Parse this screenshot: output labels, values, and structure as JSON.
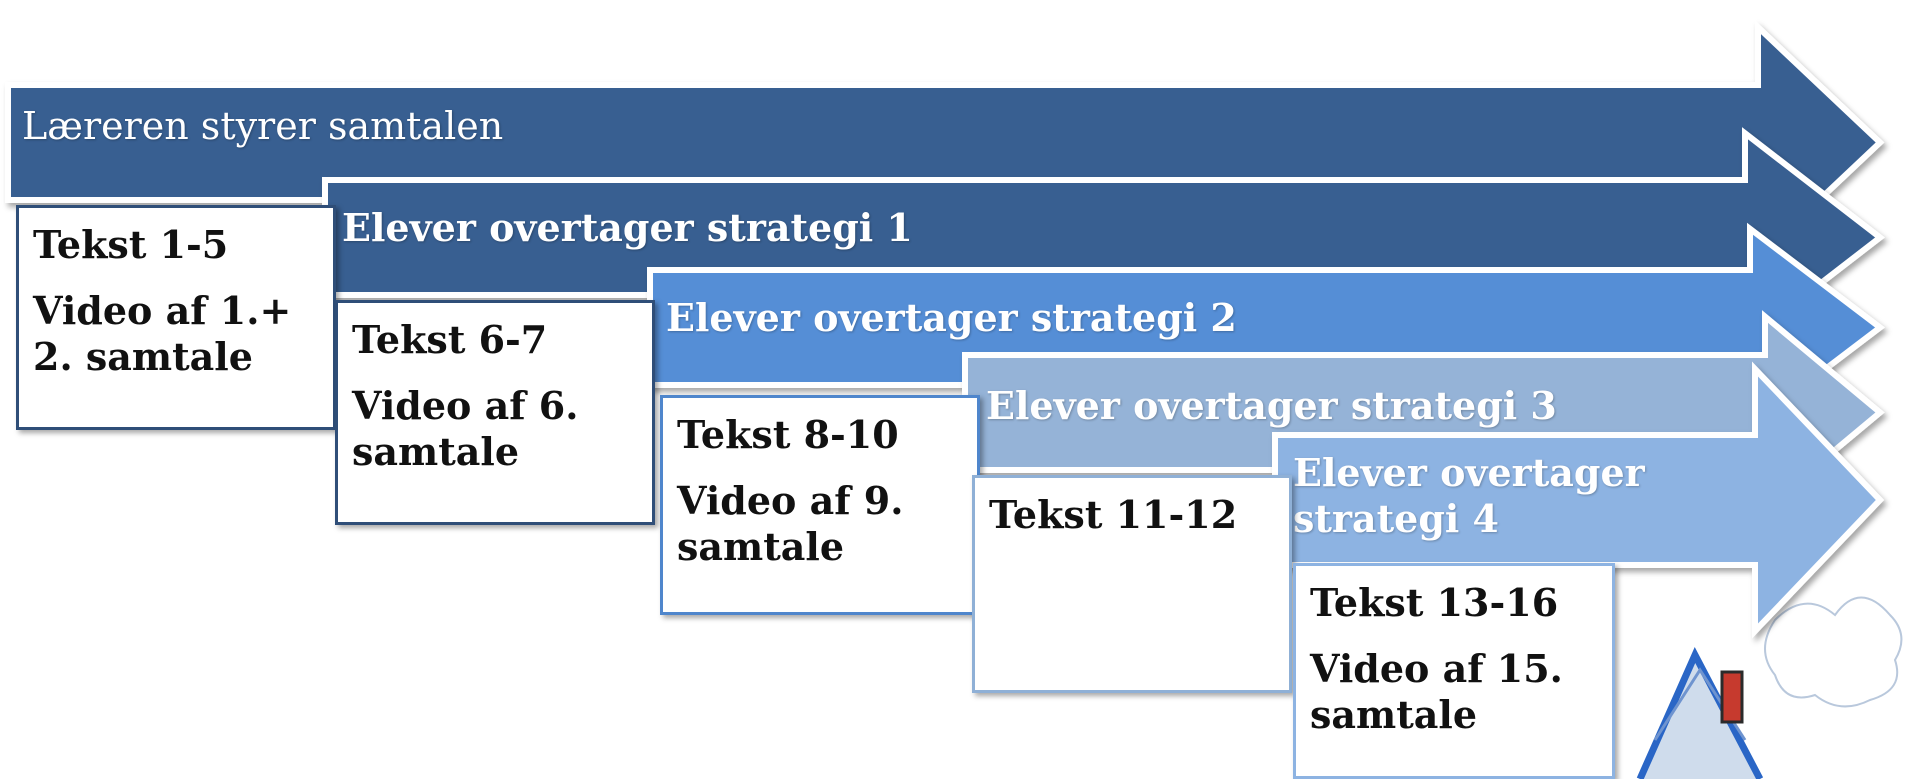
{
  "steps": [
    {
      "title": "Læreren styrer samtalen",
      "title_line2": "",
      "text_line1": "Tekst 1-5",
      "text_line2": "Video af 1.+\n2. samtale",
      "color": "#395f91"
    },
    {
      "title": "Elever overtager strategi 1",
      "title_line2": "",
      "text_line1": "Tekst 6-7",
      "text_line2": "Video af 6.\nsamtale",
      "color": "#395f91"
    },
    {
      "title": "Elever overtager strategi 2",
      "title_line2": "",
      "text_line1": "Tekst 8-10",
      "text_line2": "Video af 9.\nsamtale",
      "color": "#558ed6"
    },
    {
      "title": "Elever overtager strategi 3",
      "title_line2": "",
      "text_line1": "Tekst 11-12",
      "text_line2": "",
      "color": "#95b3d7"
    },
    {
      "title": "Elever overtager",
      "title_line2": "strategi 4",
      "text_line1": "Tekst 13-16",
      "text_line2": "Video af 15.\nsamtale",
      "color": "#8db3e2"
    }
  ],
  "decoration": {
    "drawing_icon": "house-drawing-icon"
  }
}
